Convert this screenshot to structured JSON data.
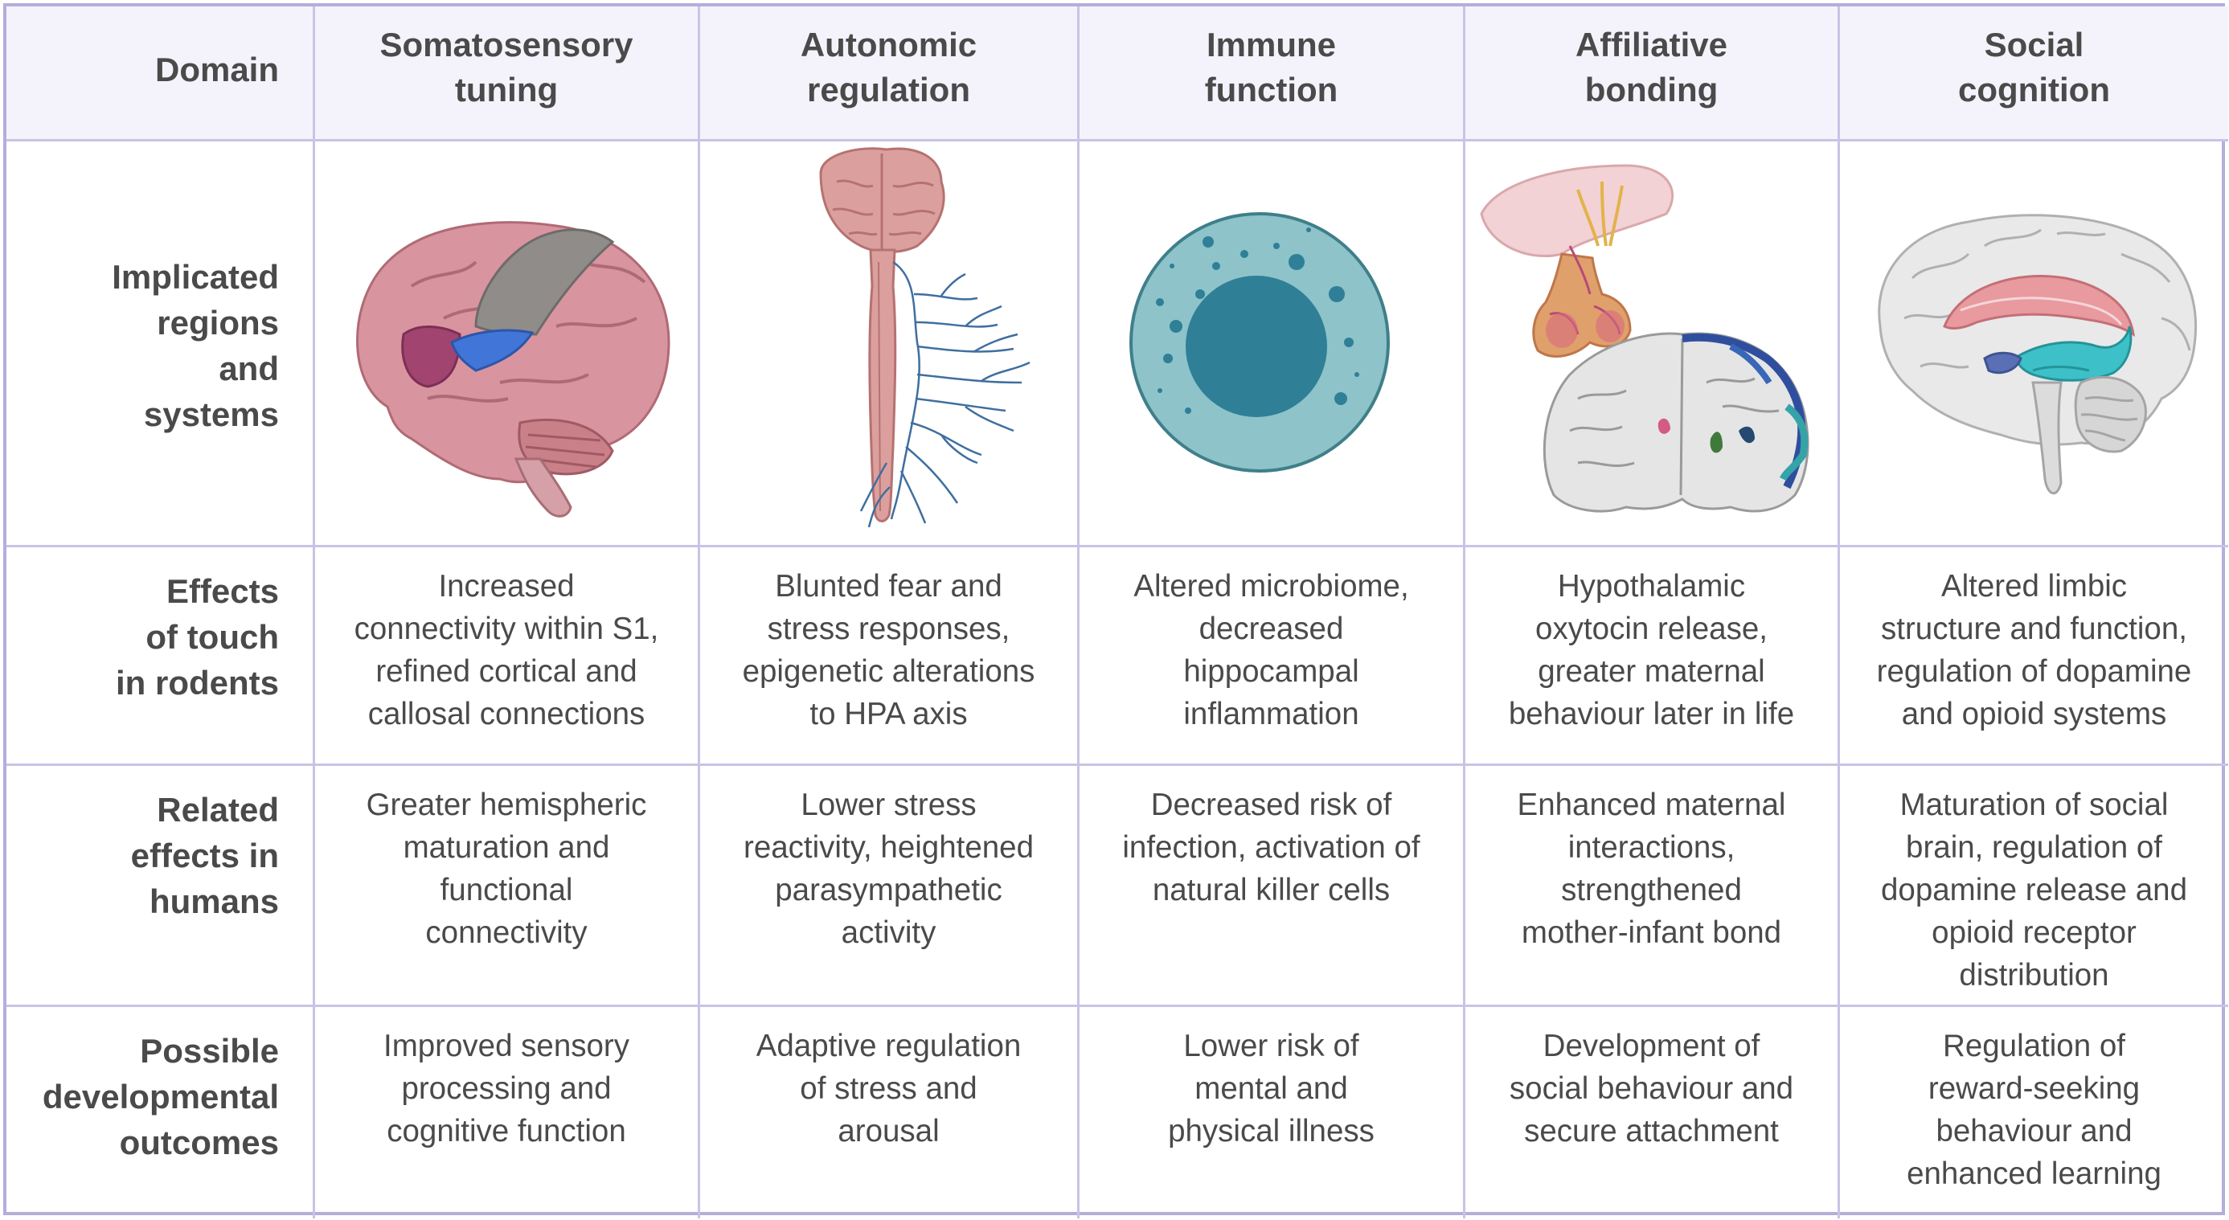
{
  "header": {
    "domain_label": "Domain",
    "columns": [
      [
        "Somatosensory",
        "tuning"
      ],
      [
        "Autonomic",
        "regulation"
      ],
      [
        "Immune",
        "function"
      ],
      [
        "Affiliative",
        "bonding"
      ],
      [
        "Social",
        "cognition"
      ]
    ]
  },
  "rows": [
    {
      "label": [
        "Implicated",
        "regions",
        "and",
        "systems"
      ]
    },
    {
      "label": [
        "Effects",
        "of touch",
        "in rodents"
      ],
      "cells": [
        [
          "Increased",
          "connectivity within S1,",
          "refined cortical and",
          "callosal connections"
        ],
        [
          "Blunted fear and",
          "stress responses,",
          "epigenetic alterations",
          "to HPA axis"
        ],
        [
          "Altered microbiome,",
          "decreased",
          "hippocampal",
          "inflammation"
        ],
        [
          "Hypothalamic",
          "oxytocin release,",
          "greater maternal",
          "behaviour later in life"
        ],
        [
          "Altered limbic",
          "structure and function,",
          "regulation of dopamine",
          "and opioid systems"
        ]
      ]
    },
    {
      "label": [
        "Related",
        "effects in",
        "humans"
      ],
      "cells": [
        [
          "Greater hemispheric",
          "maturation and",
          "functional",
          "connectivity"
        ],
        [
          "Lower stress",
          "reactivity, heightened",
          "parasympathetic",
          "activity"
        ],
        [
          "Decreased risk of",
          "infection, activation of",
          "natural killer cells"
        ],
        [
          "Enhanced maternal",
          "interactions,",
          "strengthened",
          "mother-infant bond"
        ],
        [
          "Maturation of social",
          "brain, regulation of",
          "dopamine release and",
          "opioid receptor",
          "distribution"
        ]
      ]
    },
    {
      "label": [
        "Possible",
        "developmental",
        "outcomes"
      ],
      "cells": [
        [
          "Improved sensory",
          "processing and",
          "cognitive function"
        ],
        [
          "Adaptive regulation",
          "of stress and",
          "arousal"
        ],
        [
          "Lower risk of",
          "mental and",
          "physical illness"
        ],
        [
          "Development of",
          "social behaviour and",
          "secure attachment"
        ],
        [
          "Regulation of",
          "reward-seeking",
          "behaviour and",
          "enhanced learning"
        ]
      ]
    }
  ],
  "illustrations": [
    "brain-lateral-icon",
    "brain-spinal-cord-icon",
    "immune-cell-icon",
    "hypothalamus-pituitary-coronal-brain-icon",
    "brain-sagittal-limbic-icon"
  ]
}
